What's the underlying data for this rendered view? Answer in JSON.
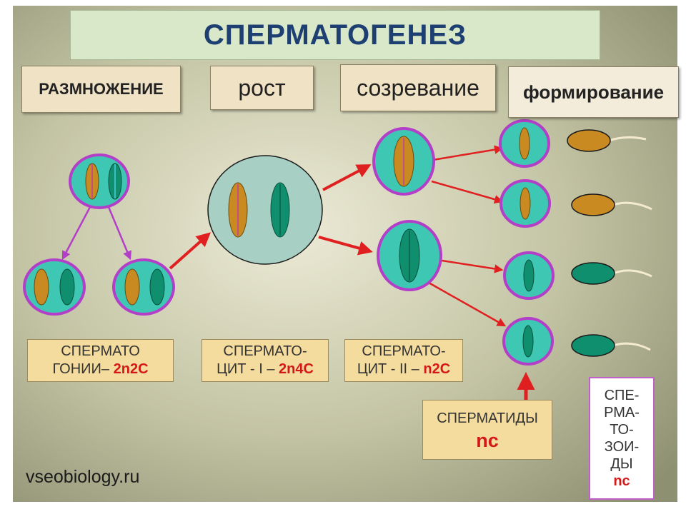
{
  "title": "СПЕРМАТОГЕНЕЗ",
  "stages": {
    "reproduction": "РАЗМНОЖЕНИЕ",
    "growth": "рост",
    "maturation": "созревание",
    "formation": "формирование"
  },
  "labels": {
    "gonia_line1": "СПЕРМАТО",
    "gonia_line2": "ГОНИИ– ",
    "gonia_formula": "2n2C",
    "cyte1_line1": "СПЕРМАТО-",
    "cyte1_line2": "ЦИТ - I – ",
    "cyte1_formula": "2n4C",
    "cyte2_line1": "СПЕРМАТО-",
    "cyte2_line2": "ЦИТ - II – ",
    "cyte2_formula": "n2C",
    "tids_name": "СПЕРМАТИДЫ",
    "tids_formula": "nc",
    "zoa_1": "СПЕ-",
    "zoa_2": "РМА-",
    "zoa_3": "ТО-",
    "zoa_4": "ЗОИ-",
    "zoa_5": "ДЫ",
    "zoa_formula": "nc"
  },
  "website": "vseobiology.ru",
  "colors": {
    "cell_fill": "#3ec8b4",
    "cell_membrane": "#b33fc8",
    "orange_chromosome": "#c98a22",
    "green_chromosome": "#0f8f6e",
    "arrow_red": "#e02020",
    "arrow_purple": "#b33fc8",
    "title_text": "#1d3f72",
    "formula_red": "#d41818"
  }
}
